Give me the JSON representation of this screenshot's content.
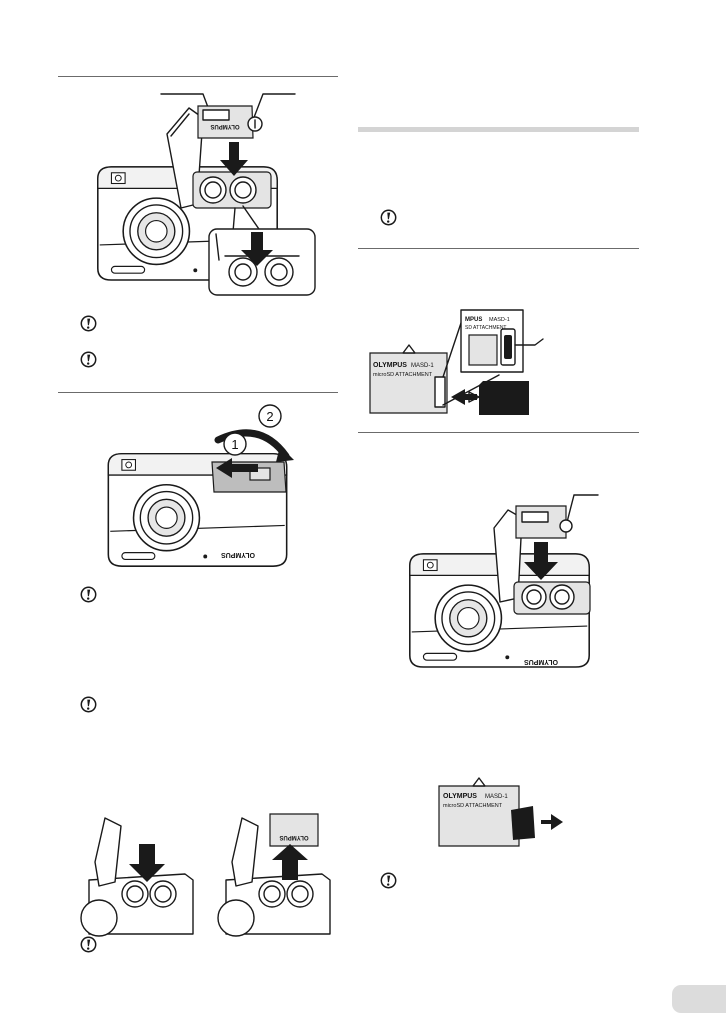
{
  "figures": {
    "card_attachment": {
      "brand_label": "OLYMPUS",
      "model_label": "MASD-1",
      "product_label": "microSD ATTACHMENT"
    },
    "card_attachment_closeup": {
      "brand_fragment": "MPUS",
      "model_fragment": "MASD-1",
      "product_fragment": "SD ATTACHMENT"
    },
    "camera_body": {
      "brand_label": "OLYMPUS"
    },
    "battery_cover": {
      "step_1_label": "1",
      "step_2_label": "2"
    },
    "card_label": {
      "brand_label": "OLYMPUS"
    }
  },
  "notes": {
    "icon": "caution-note-icon"
  },
  "colors": {
    "ink": "#1a1a1a",
    "section_rule": "#6b6b6b",
    "section_band": "#d4d4d4",
    "page_tab": "#dcdcdc"
  }
}
